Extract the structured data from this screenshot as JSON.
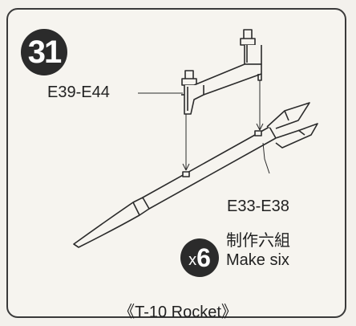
{
  "step": {
    "number": "31"
  },
  "parts": {
    "pylon_label": "E39-E44",
    "rocket_label": "E33-E38"
  },
  "quantity": {
    "prefix": "x",
    "count": "6",
    "instruction_cn": "制作六組",
    "instruction_en": "Make six"
  },
  "caption": "《T-10 Rocket》",
  "colors": {
    "ink": "#2b2b2b",
    "paper": "#f6f4ef"
  }
}
